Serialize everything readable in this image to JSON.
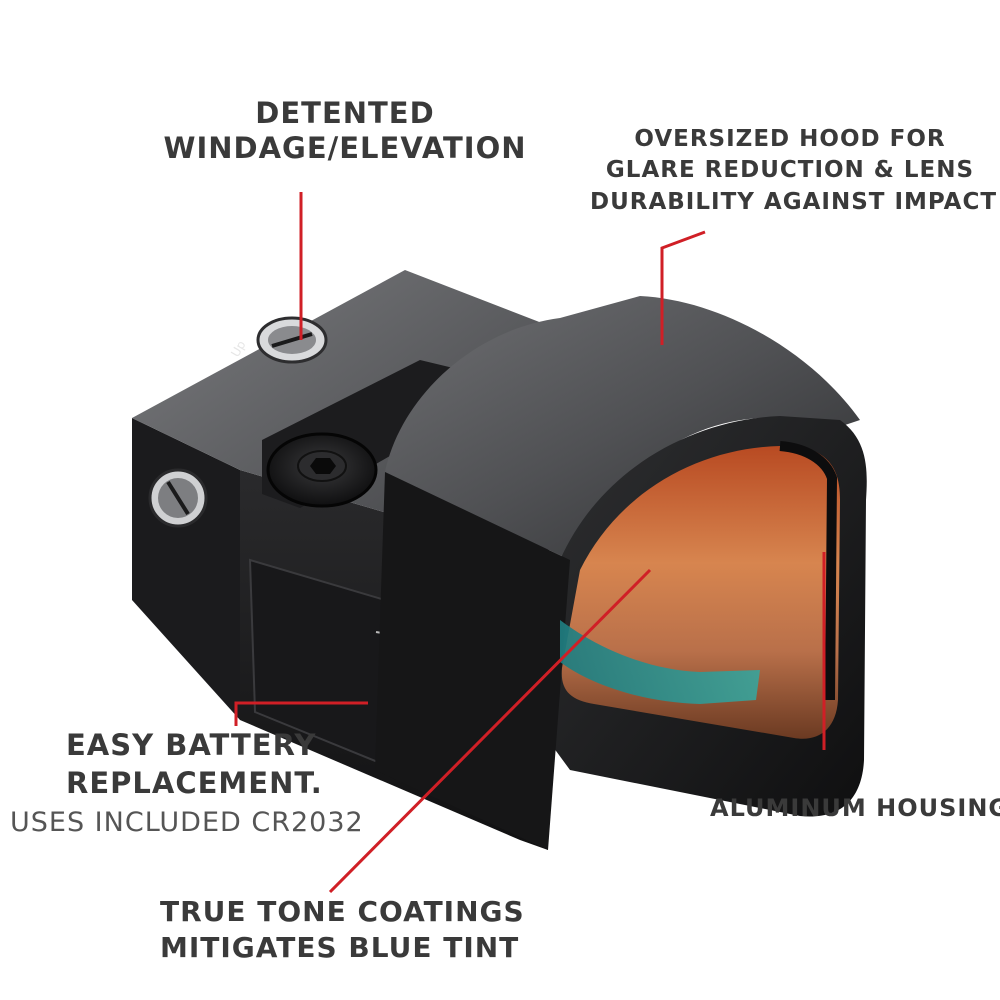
{
  "callouts": {
    "windage": {
      "line1": "DETENTED",
      "line2": "WINDAGE/ELEVATION"
    },
    "hood": {
      "line1": "OVERSIZED HOOD FOR",
      "line2": "GLARE REDUCTION & LENS",
      "line3": "DURABILITY AGAINST IMPACT"
    },
    "battery": {
      "line1": "EASY BATTERY",
      "line2": "REPLACEMENT.",
      "sub": "USES INCLUDED CR2032"
    },
    "housing": {
      "line1": "ALUMINUM HOUSING"
    },
    "coatings": {
      "line1": "TRUE TONE COATINGS",
      "line2": "MITIGATES BLUE TINT"
    }
  },
  "product": {
    "dial_marking": "Up"
  },
  "colors": {
    "leader_line": "#d01f26",
    "text": "#3a3a3a",
    "body_dark": "#1d1d1f",
    "body_top": "#6b6c6f",
    "lens_orange": "#c5703f",
    "lens_teal": "#2b8c8a"
  }
}
